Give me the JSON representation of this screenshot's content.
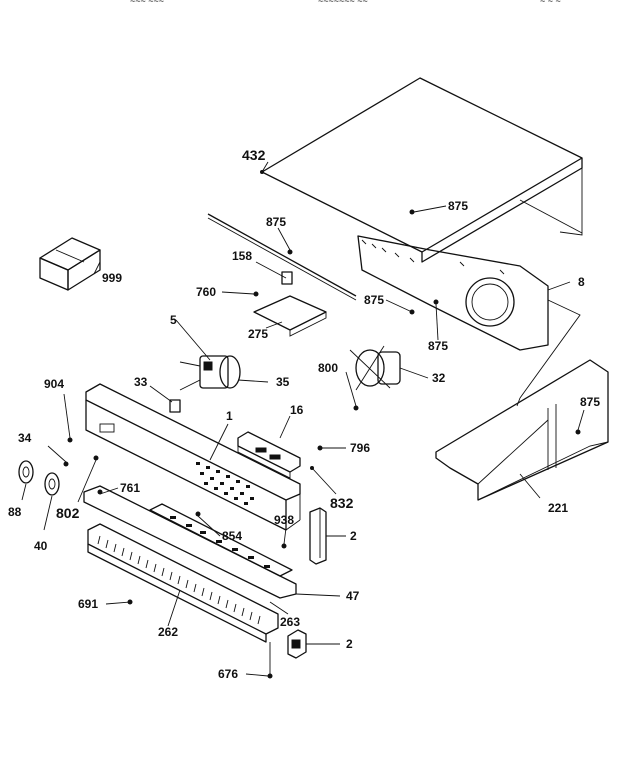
{
  "header": {
    "left": "~~~ ~~~",
    "mid": "~~~~~~~ ~~",
    "right": "~ ~ ~"
  },
  "labels": {
    "p432": "432",
    "p875a": "875",
    "p875b": "875",
    "p875c": "875",
    "p875d": "875",
    "p875e": "875",
    "p8": "8",
    "p999": "999",
    "p158": "158",
    "p760": "760",
    "p5": "5",
    "p275": "275",
    "p800": "800",
    "p32": "32",
    "p33": "33",
    "p35": "35",
    "p904": "904",
    "p1": "1",
    "p16": "16",
    "p34": "34",
    "p796": "796",
    "p761": "761",
    "p832": "832",
    "p88": "88",
    "p802": "802",
    "p40": "40",
    "p938": "938",
    "p854": "854",
    "p2a": "2",
    "p221": "221",
    "p47": "47",
    "p691": "691",
    "p263": "263",
    "p262": "262",
    "p2b": "2",
    "p676": "676"
  }
}
